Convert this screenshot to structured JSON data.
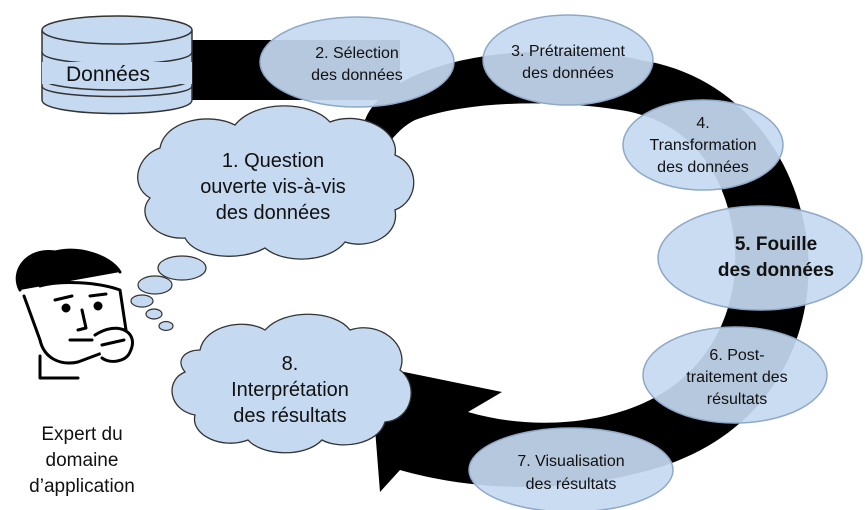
{
  "database": {
    "label": "Données"
  },
  "steps": {
    "s2": {
      "line1": "2. Sélection",
      "line2": "des données"
    },
    "s3": {
      "line1": "3. Prétraitement",
      "line2": "des données"
    },
    "s4": {
      "line1": "4.",
      "line2": "Transformation",
      "line3": "des données"
    },
    "s5": {
      "line1": "5. Fouille",
      "line2": "des données"
    },
    "s6": {
      "line1": "6. Post-",
      "line2": "traitement des",
      "line3": "résultats"
    },
    "s7": {
      "line1": "7. Visualisation",
      "line2": "des résultats"
    }
  },
  "clouds": {
    "c1": {
      "line1": "1. Question",
      "line2": "ouverte vis-à-vis",
      "line3": "des données"
    },
    "c8": {
      "line1": "8.",
      "line2": "Interprétation",
      "line3": "des résultats"
    }
  },
  "expert": {
    "line1": "Expert du",
    "line2": "domaine",
    "line3": "d’application"
  },
  "colors": {
    "ellipse_fill": "#c5d9f1",
    "ellipse_stroke": "#8ea9c8",
    "arrow": "#000000"
  }
}
